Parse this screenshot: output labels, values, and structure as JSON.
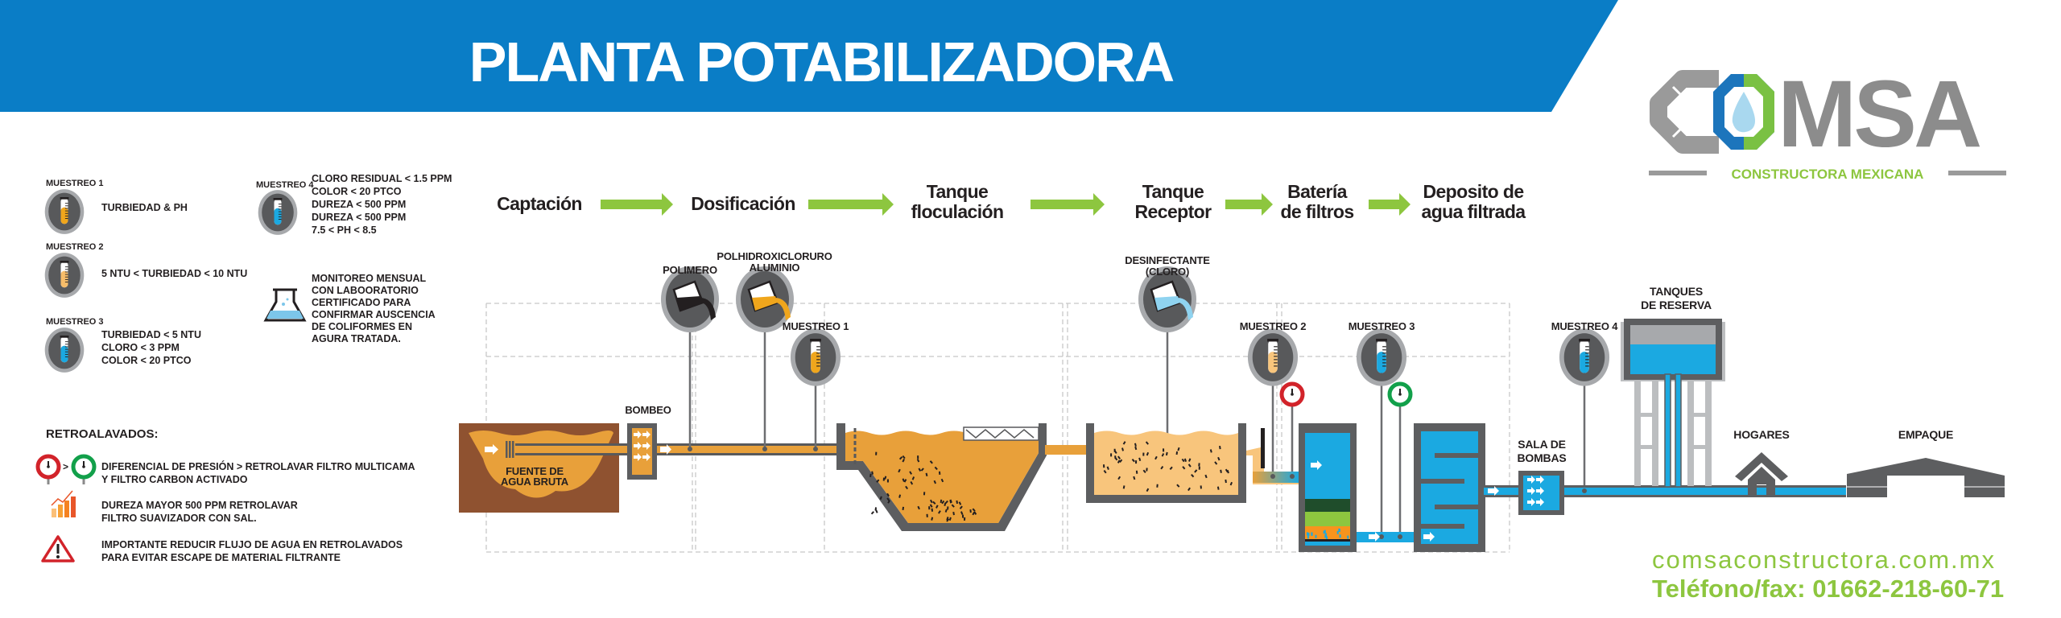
{
  "header": {
    "title": "PLANTA POTABILIZADORA"
  },
  "logo": {
    "brand": "COMSA",
    "tagline": "CONSTRUCTORA MEXICANA"
  },
  "legend": {
    "samples": [
      {
        "label": "MUESTREO 1",
        "lines": [
          "TURBIEDAD & PH"
        ]
      },
      {
        "label": "MUESTREO 2",
        "lines": [
          "5 NTU < TURBIEDAD < 10  NTU"
        ]
      },
      {
        "label": "MUESTREO 3",
        "lines": [
          "TURBIEDAD < 5  NTU",
          "CLORO  < 3 PPM",
          "COLOR < 20 PTCO"
        ]
      },
      {
        "label": "MUESTREO 4",
        "lines": [
          "CLORO RESIDUAL  < 1.5 PPM",
          "COLOR < 20 PTCO",
          "DUREZA < 500 PPM",
          "DUREZA < 500 PPM",
          "7.5 < PH < 8.5"
        ]
      }
    ],
    "lab_monitor": {
      "lines": [
        "MONITOREO MENSUAL",
        "CON LABOORATORIO",
        "CERTIFICADO PARA",
        "CONFIRMAR AUSCENCIA",
        "DE COLIFORMES EN",
        "AGURA TRATADA."
      ]
    }
  },
  "backwash": {
    "title": "RETROALAVADOS:",
    "gt": ">",
    "items": [
      {
        "icon": "pressure-gauges-icon",
        "lines": [
          "DIFERENCIAL DE PRESIÓN  >   RETROLAVAR FILTRO MULTICAMA",
          "Y FILTRO CARBON ACTIVADO"
        ]
      },
      {
        "icon": "rising-bars-icon",
        "lines": [
          "DUREZA MAYOR 500 PPM RETROLAVAR",
          "FILTRO SUAVIZADOR CON SAL."
        ]
      },
      {
        "icon": "warning-icon",
        "lines": [
          "IMPORTANTE REDUCIR FLUJO DE AGUA EN RETROLAVADOS",
          "PARA EVITAR ESCAPE DE MATERIAL FILTRANTE"
        ]
      }
    ]
  },
  "process": {
    "steps": [
      {
        "lines": [
          "Captación"
        ]
      },
      {
        "lines": [
          "Dosificación"
        ]
      },
      {
        "lines": [
          "Tanque",
          "floculación"
        ]
      },
      {
        "lines": [
          "Tanque",
          "Receptor"
        ]
      },
      {
        "lines": [
          "Batería",
          "de filtros"
        ]
      },
      {
        "lines": [
          "Deposito de",
          "agua filtrada"
        ]
      }
    ]
  },
  "diagram": {
    "fuente": [
      "FUENTE DE",
      "AGUA BRUTA"
    ],
    "bombeo": "BOMBEO",
    "polimero": "POLIMERO",
    "phca": [
      "POLHIDROXICLORURO",
      "ALUMINIO"
    ],
    "muestreo1": "MUESTREO 1",
    "desinfectante": [
      "DESINFECTANTE",
      "(CLORO)"
    ],
    "muestreo2": "MUESTREO 2",
    "muestreo3": "MUESTREO 3",
    "muestreo4": "MUESTREO 4",
    "sala": [
      "SALA DE",
      "BOMBAS"
    ],
    "tanques": [
      "TANQUES",
      "DE RESERVA"
    ],
    "hogares": "HOGARES",
    "empaque": "EMPAQUE"
  },
  "footer": {
    "website": "comsaconstructora.com.mx",
    "phone": "Teléfono/fax: 01662-218-60-71"
  },
  "colors": {
    "banner": "#0a7dc6",
    "accent_green": "#8dc63f",
    "raw_water": "#e8a03a",
    "clean_water": "#1ba9e1",
    "earth": "#8f5230",
    "structure": "#5d5e60"
  }
}
